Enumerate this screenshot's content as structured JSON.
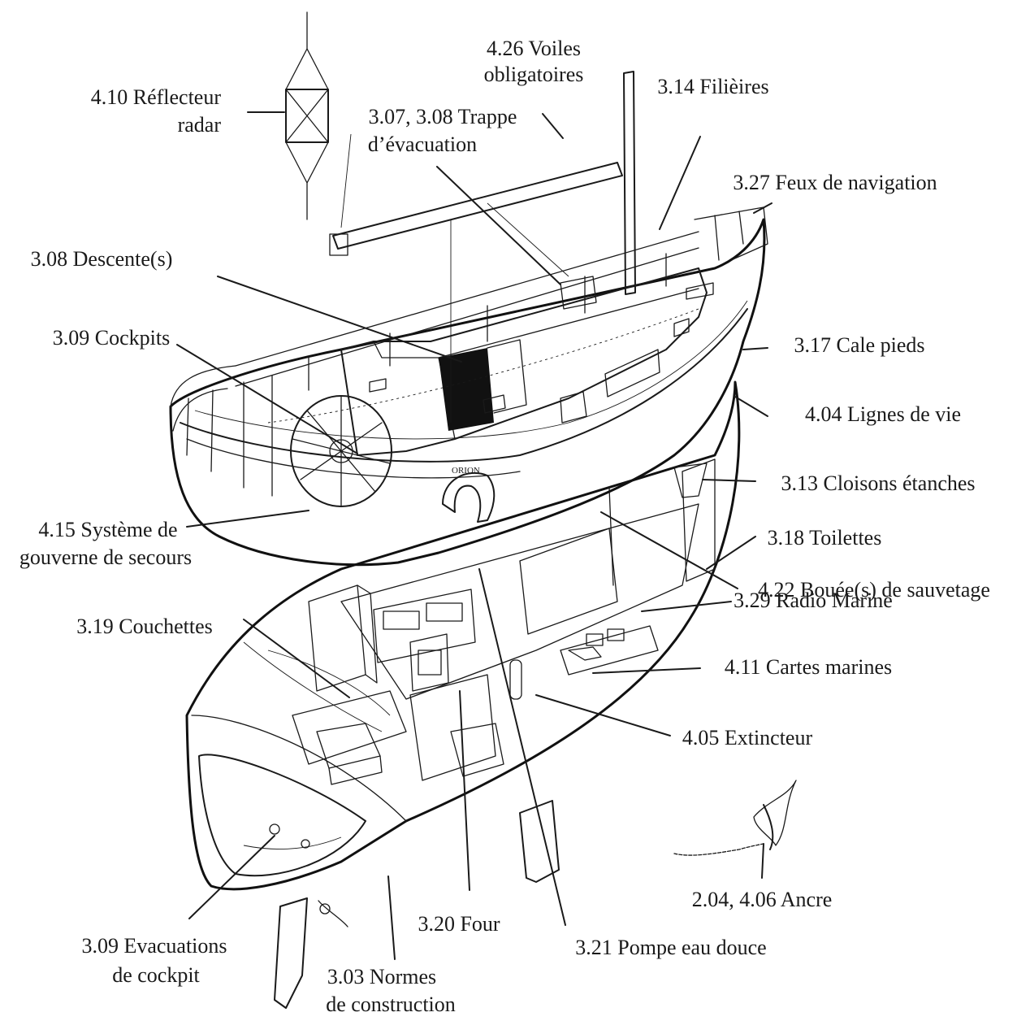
{
  "labels": [
    {
      "key": "reflecteur",
      "lines": [
        "4.10 Réflecteur",
        "radar"
      ]
    },
    {
      "key": "voiles",
      "lines": [
        "4.26 Voiles",
        "obligatoires"
      ]
    },
    {
      "key": "filieres",
      "lines": [
        "3.14 Filièires"
      ]
    },
    {
      "key": "trappe",
      "lines": [
        "3.07, 3.08 Trappe",
        "d’évacuation"
      ]
    },
    {
      "key": "feux",
      "lines": [
        "3.27 Feux de navigation"
      ]
    },
    {
      "key": "descente",
      "lines": [
        "3.08 Descente(s)"
      ]
    },
    {
      "key": "cockpits",
      "lines": [
        "3.09 Cockpits"
      ]
    },
    {
      "key": "cale",
      "lines": [
        "3.17 Cale pieds"
      ]
    },
    {
      "key": "lignes",
      "lines": [
        "4.04 Lignes de vie"
      ]
    },
    {
      "key": "cloisons",
      "lines": [
        "3.13 Cloisons étanches"
      ]
    },
    {
      "key": "gouverne",
      "lines": [
        "4.15 Système de",
        "gouverne de secours"
      ]
    },
    {
      "key": "toilettes",
      "lines": [
        "3.18 Toilettes"
      ]
    },
    {
      "key": "bouee",
      "lines": [
        "4.22 Bouée(s) de sauvetage"
      ]
    },
    {
      "key": "couchettes",
      "lines": [
        "3.19 Couchettes"
      ]
    },
    {
      "key": "radio",
      "lines": [
        "3.29 Radio Marine"
      ]
    },
    {
      "key": "cartes",
      "lines": [
        "4.11 Cartes marines"
      ]
    },
    {
      "key": "extincteur",
      "lines": [
        "4.05 Extincteur"
      ]
    },
    {
      "key": "ancre",
      "lines": [
        "2.04, 4.06 Ancre"
      ]
    },
    {
      "key": "evacuations",
      "lines": [
        "3.09 Evacuations",
        "de cockpit"
      ]
    },
    {
      "key": "four",
      "lines": [
        "3.20 Four"
      ]
    },
    {
      "key": "pompe",
      "lines": [
        "3.21 Pompe eau douce"
      ]
    },
    {
      "key": "normes",
      "lines": [
        "3.03 Normes",
        "de construction"
      ]
    }
  ],
  "hull_lettering": "ORION"
}
